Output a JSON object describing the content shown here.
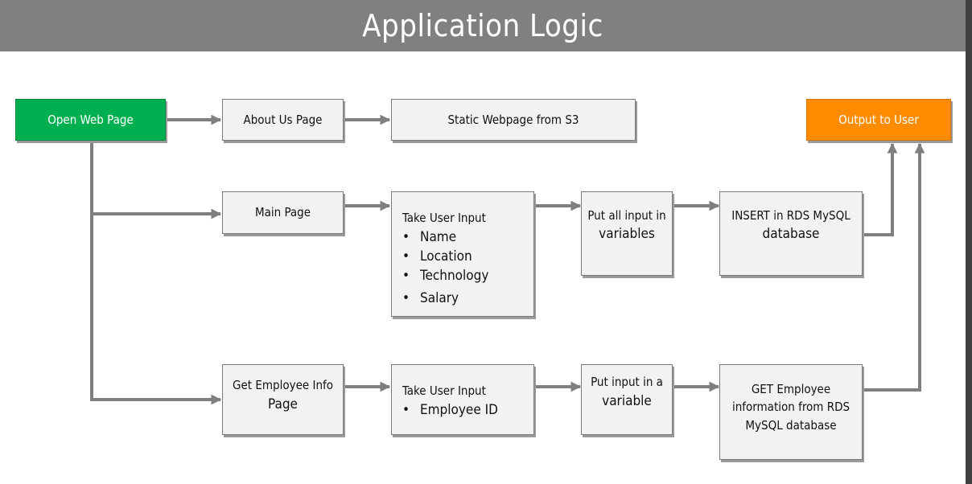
{
  "header": {
    "title": "Application Logic"
  },
  "boxes": {
    "open_web_page": "Open Web Page",
    "about_us": "About Us Page",
    "static_webpage": "Static Webpage from S3",
    "output_to_user": "Output to User",
    "main_page": "Main Page",
    "take_input_main": {
      "title": "Take User Input",
      "items": [
        "Name",
        "Location",
        "Technology",
        "Salary"
      ]
    },
    "put_all_input": {
      "line1": "Put all input in",
      "line2": "variables"
    },
    "insert_rds": {
      "line1": "INSERT in RDS MySQL",
      "line2": "database"
    },
    "get_employee_info": {
      "line1": "Get Employee Info",
      "line2": "Page"
    },
    "take_input_emp": {
      "title": "Take User Input",
      "items": [
        "Employee ID"
      ]
    },
    "put_input": {
      "line1": "Put input in a",
      "line2": "variable"
    },
    "get_employee_rds": {
      "line1": "GET Employee",
      "line2": "information from RDS",
      "line3": "MySQL database"
    }
  },
  "colors": {
    "header_bg": "#808080",
    "start_box": "#00b050",
    "output_box": "#ff8c00",
    "box_fill": "#f2f2f2",
    "arrow": "#7f7f7f"
  }
}
